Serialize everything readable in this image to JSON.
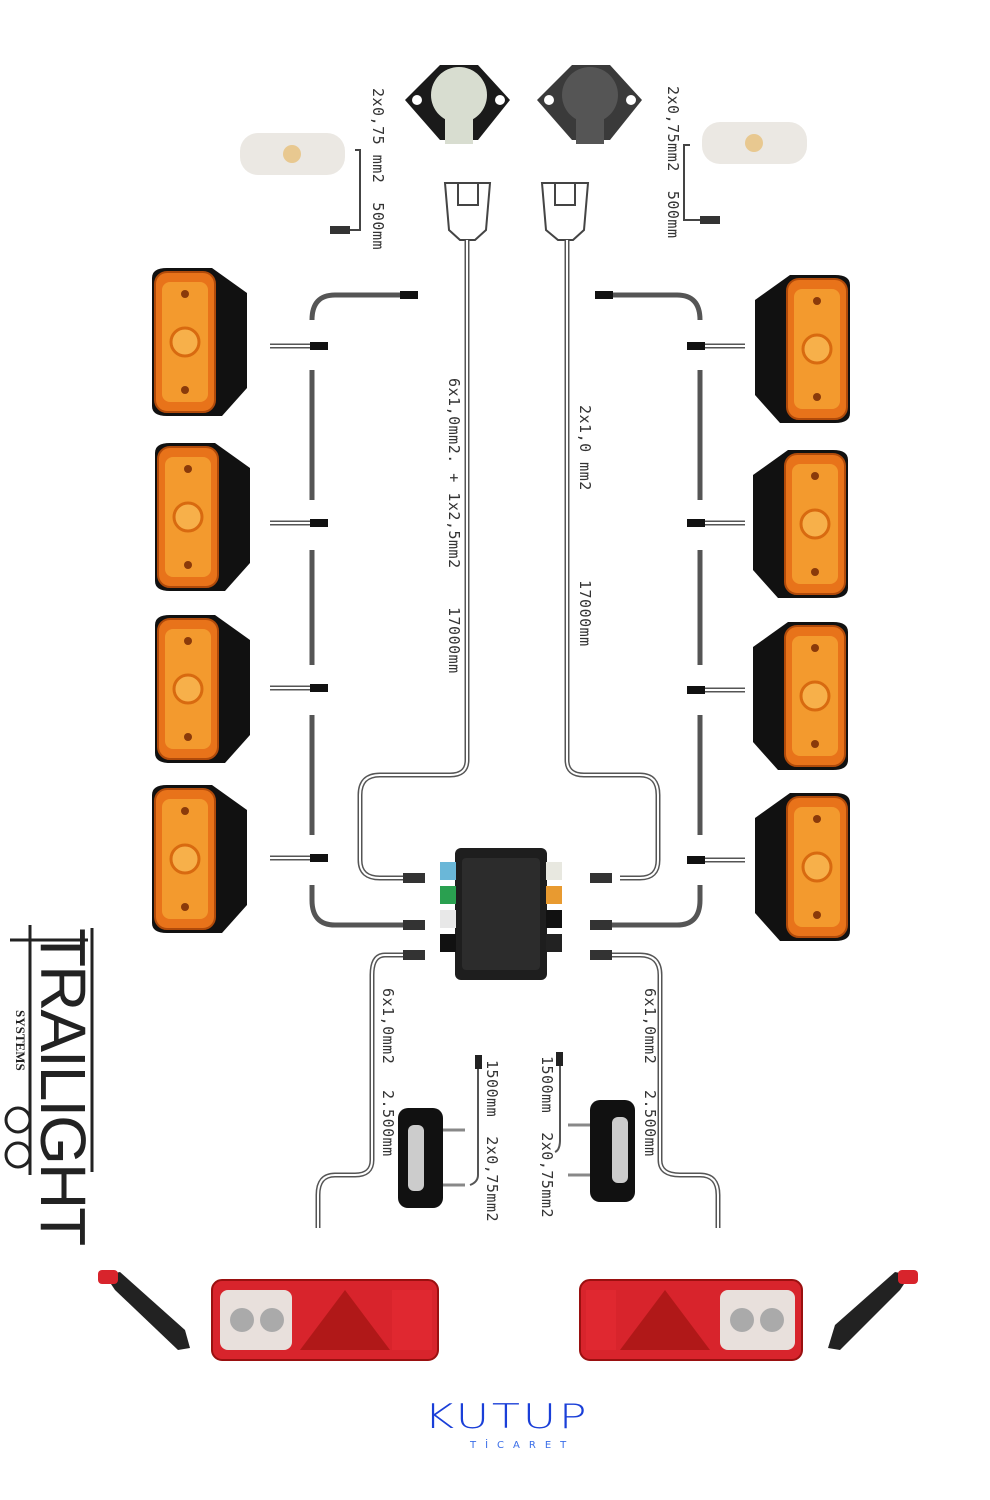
{
  "labels": {
    "top_left_cable": "2x0,75 mm2  500mm",
    "top_right_cable": "2x0,75mm2  500mm",
    "main_left_spec": "6x1,0mm2. + 1x2,5mm2",
    "main_left_length": "17000mm",
    "main_right_spec": "2x1,0 mm2",
    "main_right_length": "17000mm",
    "rear_left_spec": "6x1,0mm2",
    "rear_left_length": "2.500mm",
    "rear_right_spec": "6x1,0mm2",
    "rear_right_length": "2.500mm",
    "plate_left_cable": "1500mm  2x0,75mm2",
    "plate_right_cable": "1500mm  2x0,75mm2"
  },
  "brand_logo": {
    "name": "TRAILIGHT",
    "sub": "SYSTEMS"
  },
  "footer_logo": {
    "name": "KUTUP",
    "sub": "TİCARET"
  },
  "colors": {
    "marker_orange": "#f08a1e",
    "tail_red": "#d8242c",
    "brand_blue": "#1a3fd8"
  }
}
